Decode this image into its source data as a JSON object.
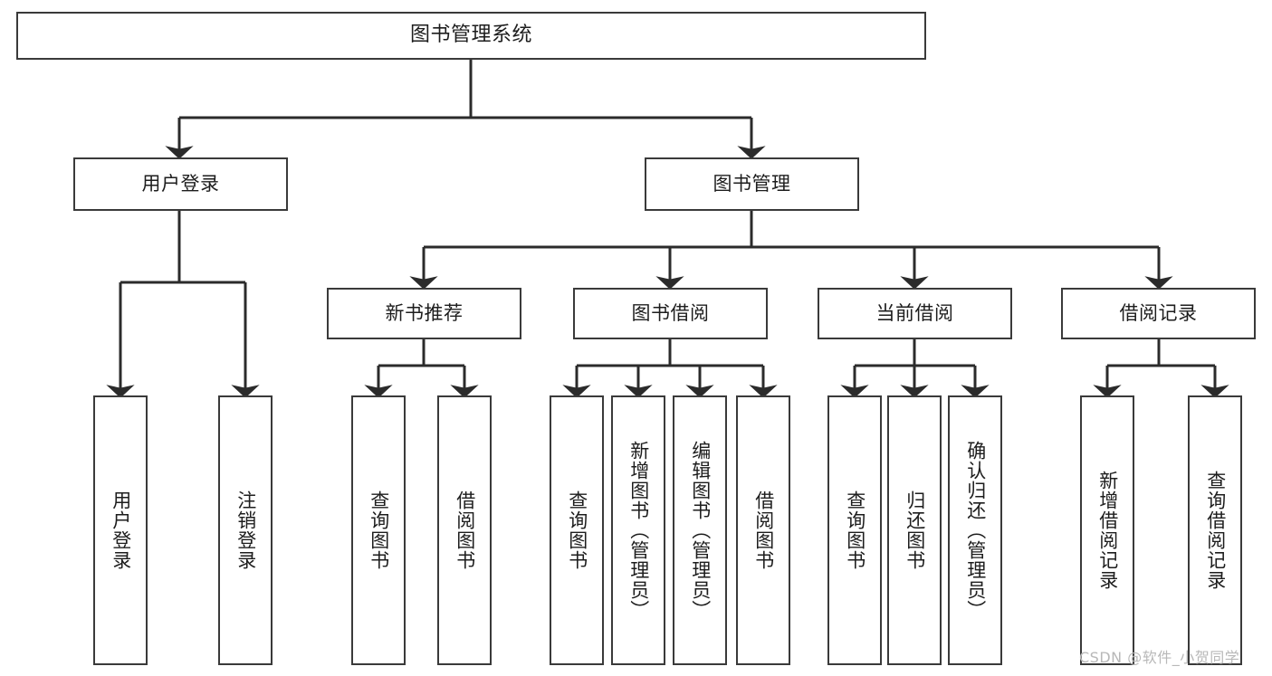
{
  "diagram": {
    "type": "tree-hierarchy-chart",
    "title": "图书管理系统",
    "watermark": "CSDN @软件_小贺同学",
    "colors": {
      "box_border": "#3a3a3a",
      "box_fill": "#ffffff",
      "connector": "#2b2b2b",
      "text": "#1d1d1d",
      "watermark": "#b8b8b8",
      "background": "#ffffff"
    },
    "levels": {
      "level1": [
        {
          "id": "root",
          "label": "图书管理系统",
          "orientation": "horizontal"
        }
      ],
      "level2": [
        {
          "id": "user-login",
          "label": "用户登录",
          "orientation": "horizontal"
        },
        {
          "id": "book-manage",
          "label": "图书管理",
          "orientation": "horizontal"
        }
      ],
      "level3": [
        {
          "id": "new-book-rec",
          "label": "新书推荐",
          "orientation": "horizontal"
        },
        {
          "id": "book-borrow",
          "label": "图书借阅",
          "orientation": "horizontal"
        },
        {
          "id": "current-borrow",
          "label": "当前借阅",
          "orientation": "horizontal"
        },
        {
          "id": "borrow-record",
          "label": "借阅记录",
          "orientation": "horizontal"
        }
      ],
      "level4": [
        {
          "id": "leaf-user-login",
          "label": "用户登录",
          "parent": "user-login",
          "orientation": "vertical"
        },
        {
          "id": "leaf-logout",
          "label": "注销登录",
          "parent": "user-login",
          "orientation": "vertical"
        },
        {
          "id": "leaf-query-book-1",
          "label": "查询图书",
          "parent": "new-book-rec",
          "orientation": "vertical"
        },
        {
          "id": "leaf-borrow-book-1",
          "label": "借阅图书",
          "parent": "new-book-rec",
          "orientation": "vertical"
        },
        {
          "id": "leaf-query-book-2",
          "label": "查询图书",
          "parent": "book-borrow",
          "orientation": "vertical"
        },
        {
          "id": "leaf-add-book",
          "label": "新增图书（管理员）",
          "parent": "book-borrow",
          "orientation": "vertical"
        },
        {
          "id": "leaf-edit-book",
          "label": "编辑图书（管理员）",
          "parent": "book-borrow",
          "orientation": "vertical"
        },
        {
          "id": "leaf-borrow-book-2",
          "label": "借阅图书",
          "parent": "book-borrow",
          "orientation": "vertical"
        },
        {
          "id": "leaf-query-book-3",
          "label": "查询图书",
          "parent": "current-borrow",
          "orientation": "vertical"
        },
        {
          "id": "leaf-return-book",
          "label": "归还图书",
          "parent": "current-borrow",
          "orientation": "vertical"
        },
        {
          "id": "leaf-confirm-return",
          "label": "确认归还（管理员）",
          "parent": "current-borrow",
          "orientation": "vertical"
        },
        {
          "id": "leaf-add-record",
          "label": "新增借阅记录",
          "parent": "borrow-record",
          "orientation": "vertical"
        },
        {
          "id": "leaf-query-record",
          "label": "查询借阅记录",
          "parent": "borrow-record",
          "orientation": "vertical"
        }
      ]
    }
  }
}
